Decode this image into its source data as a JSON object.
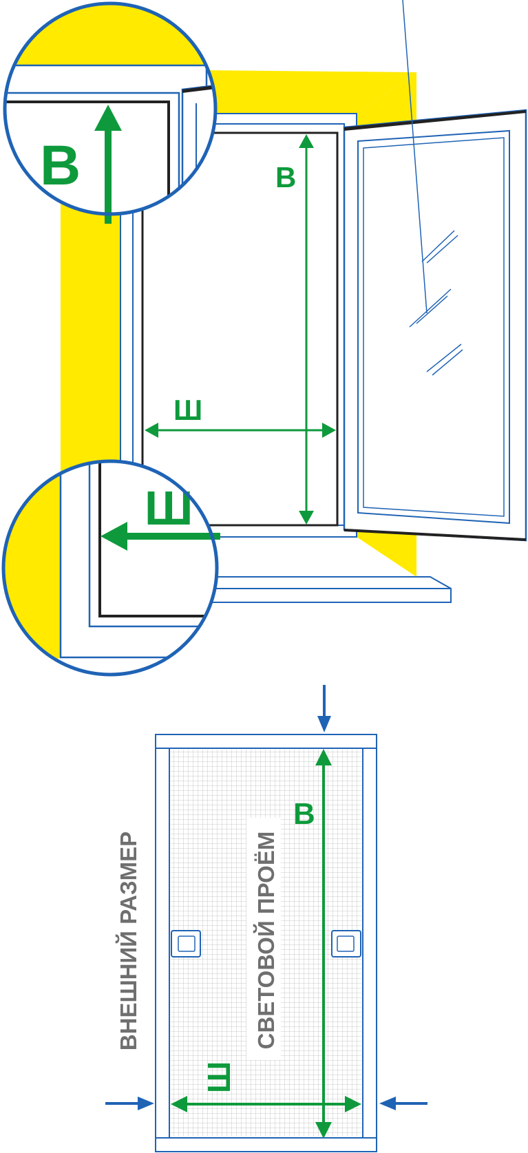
{
  "colors": {
    "frame_blue": "#1f63b5",
    "arrow_green": "#0e9a3c",
    "wall_yellow": "#ffea00",
    "glass_yellow": "#fff592",
    "label_gray": "#6f6f6f",
    "seal_black": "#222222",
    "mesh_gray": "#b9b9b9"
  },
  "labels": {
    "height_letter": "В",
    "width_letter": "Ш",
    "outer_size": "ВНЕШНИЙ РАЗМЕР",
    "light_opening": "СВЕТОВОЙ ПРОЁМ"
  },
  "icons": {
    "height_arrow": "double-headed-vertical-arrow",
    "width_arrow": "double-headed-horizontal-arrow",
    "pointer_arrow": "blue-pointer-arrow",
    "magnifier": "zoom-circle"
  }
}
